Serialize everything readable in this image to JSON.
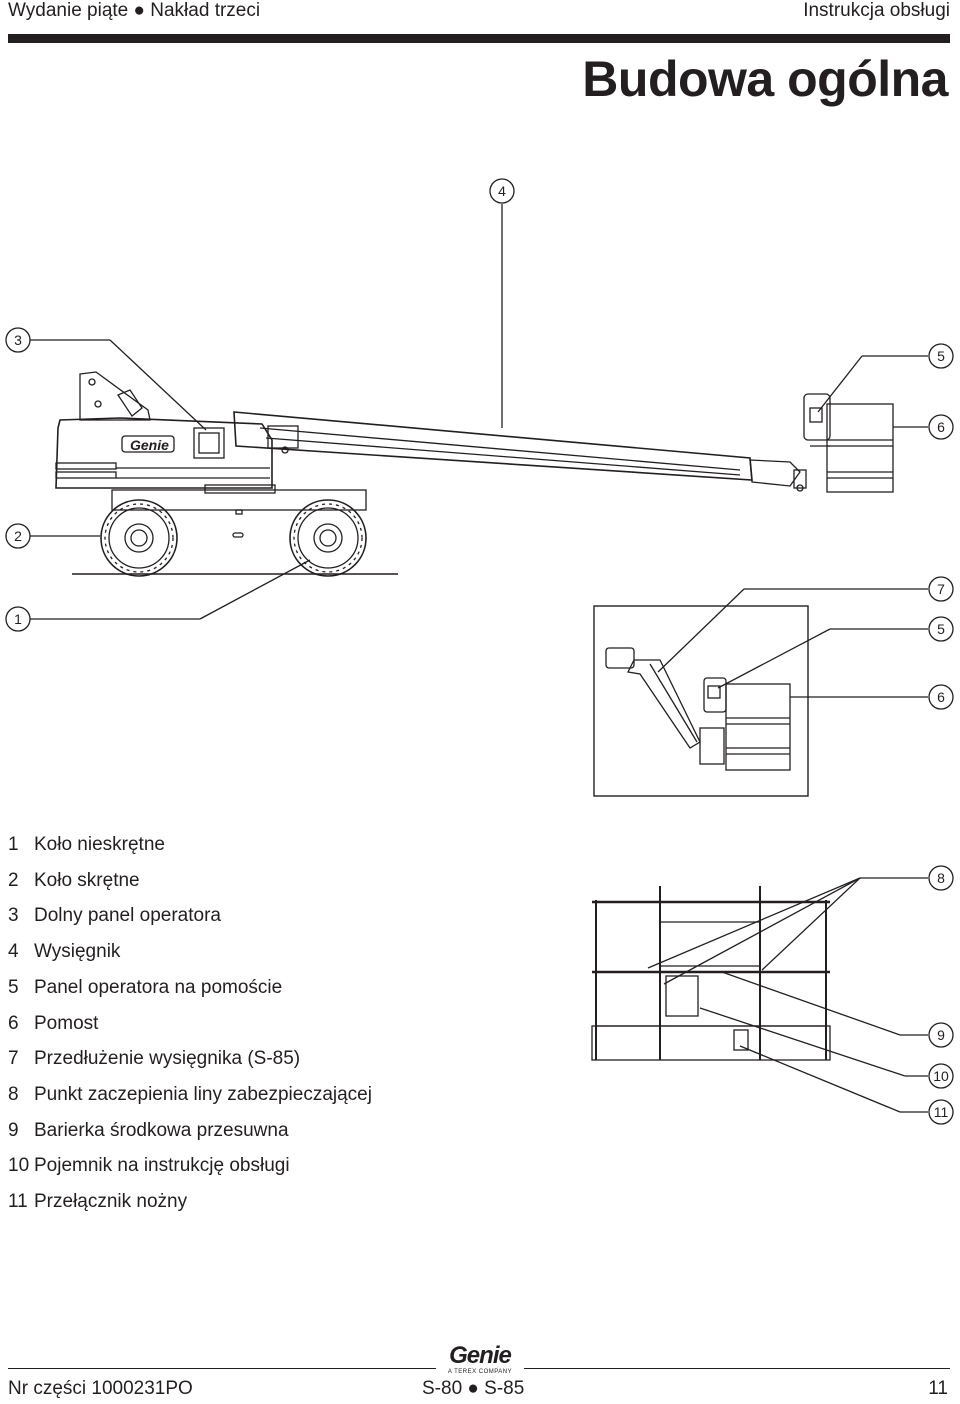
{
  "header": {
    "left": "Wydanie piąte ● Nakład trzeci",
    "right": "Instrukcja obsługi"
  },
  "title": "Budowa ogólna",
  "callouts": {
    "c1": "1",
    "c2": "2",
    "c3": "3",
    "c4": "4",
    "c5a": "5",
    "c6a": "6",
    "c7": "7",
    "c5b": "5",
    "c6b": "6",
    "c8": "8",
    "c9": "9",
    "c10": "10",
    "c11": "11"
  },
  "legend": [
    {
      "num": "1",
      "label": "Koło nieskrętne"
    },
    {
      "num": "2",
      "label": "Koło skrętne"
    },
    {
      "num": "3",
      "label": "Dolny panel operatora"
    },
    {
      "num": "4",
      "label": "Wysięgnik"
    },
    {
      "num": "5",
      "label": "Panel operatora na pomoście"
    },
    {
      "num": "6",
      "label": "Pomost"
    },
    {
      "num": "7",
      "label": "Przedłużenie wysięgnika (S-85)"
    },
    {
      "num": "8",
      "label": "Punkt zaczepienia liny zabezpieczającej"
    },
    {
      "num": "9",
      "label": "Barierka środkowa przesuwna"
    },
    {
      "num": "10",
      "label": "Pojemnik na instrukcję obsługi"
    },
    {
      "num": "11",
      "label": "Przełącznik nożny"
    }
  ],
  "machine_logo": "Genie",
  "footer": {
    "logo_brand": "Genie",
    "logo_sub": "A TEREX COMPANY",
    "left": "Nr części 1000231PO",
    "middle": "S-80 ● S-85",
    "right": "11"
  }
}
